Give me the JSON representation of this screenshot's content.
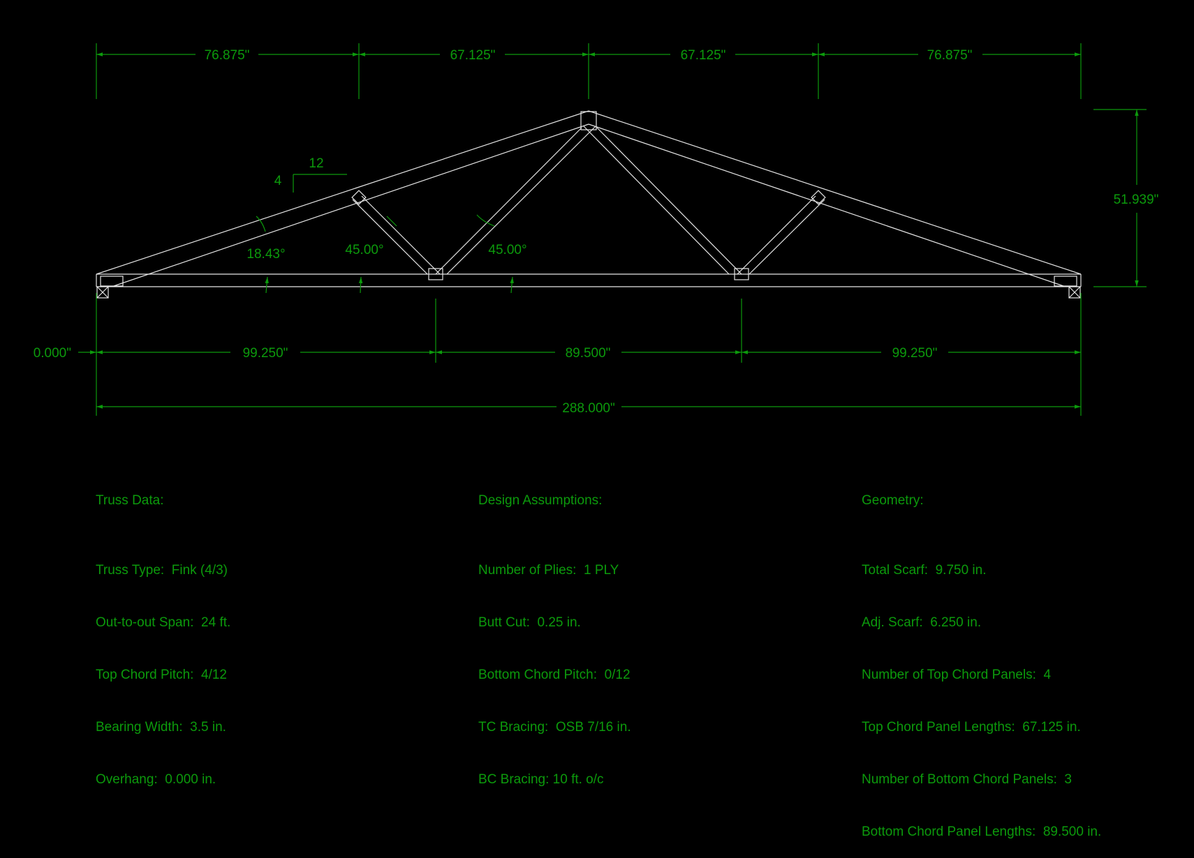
{
  "dimensions": {
    "top_panels": [
      "76.875\"",
      "67.125\"",
      "67.125\"",
      "76.875\""
    ],
    "bottom_panels": [
      "99.250\"",
      "89.500\"",
      "99.250\""
    ],
    "overhang": "0.000\"",
    "overall_span": "288.000\"",
    "height": "51.939\""
  },
  "angles": {
    "top_chord": "18.43°",
    "web_left": "45.00°",
    "web_mid": "45.00°"
  },
  "pitch_symbol": {
    "rise": "4",
    "run": "12"
  },
  "truss_data": {
    "heading": "Truss Data:",
    "rows": [
      "Truss Type:  Fink (4/3)",
      "Out-to-out Span:  24 ft.",
      "Top Chord Pitch:  4/12",
      "Bearing Width:  3.5 in.",
      "Overhang:  0.000 in."
    ]
  },
  "design_assumptions": {
    "heading": "Design Assumptions:",
    "rows": [
      "Number of Plies:  1 PLY",
      "Butt Cut:  0.25 in.",
      "Bottom Chord Pitch:  0/12",
      "TC Bracing:  OSB 7/16 in.",
      "BC Bracing: 10 ft. o/c"
    ]
  },
  "geometry": {
    "heading": "Geometry:",
    "rows": [
      "Total Scarf:  9.750 in.",
      "Adj. Scarf:  6.250 in.",
      "Number of Top Chord Panels:  4",
      "Top Chord Panel Lengths:  67.125 in.",
      "Number of Bottom Chord Panels:  3",
      "Bottom Chord Panel Lengths:  89.500 in."
    ]
  },
  "colors": {
    "background": "#000000",
    "dimension": "#0c9a0c",
    "truss": "#e6e6e6"
  }
}
